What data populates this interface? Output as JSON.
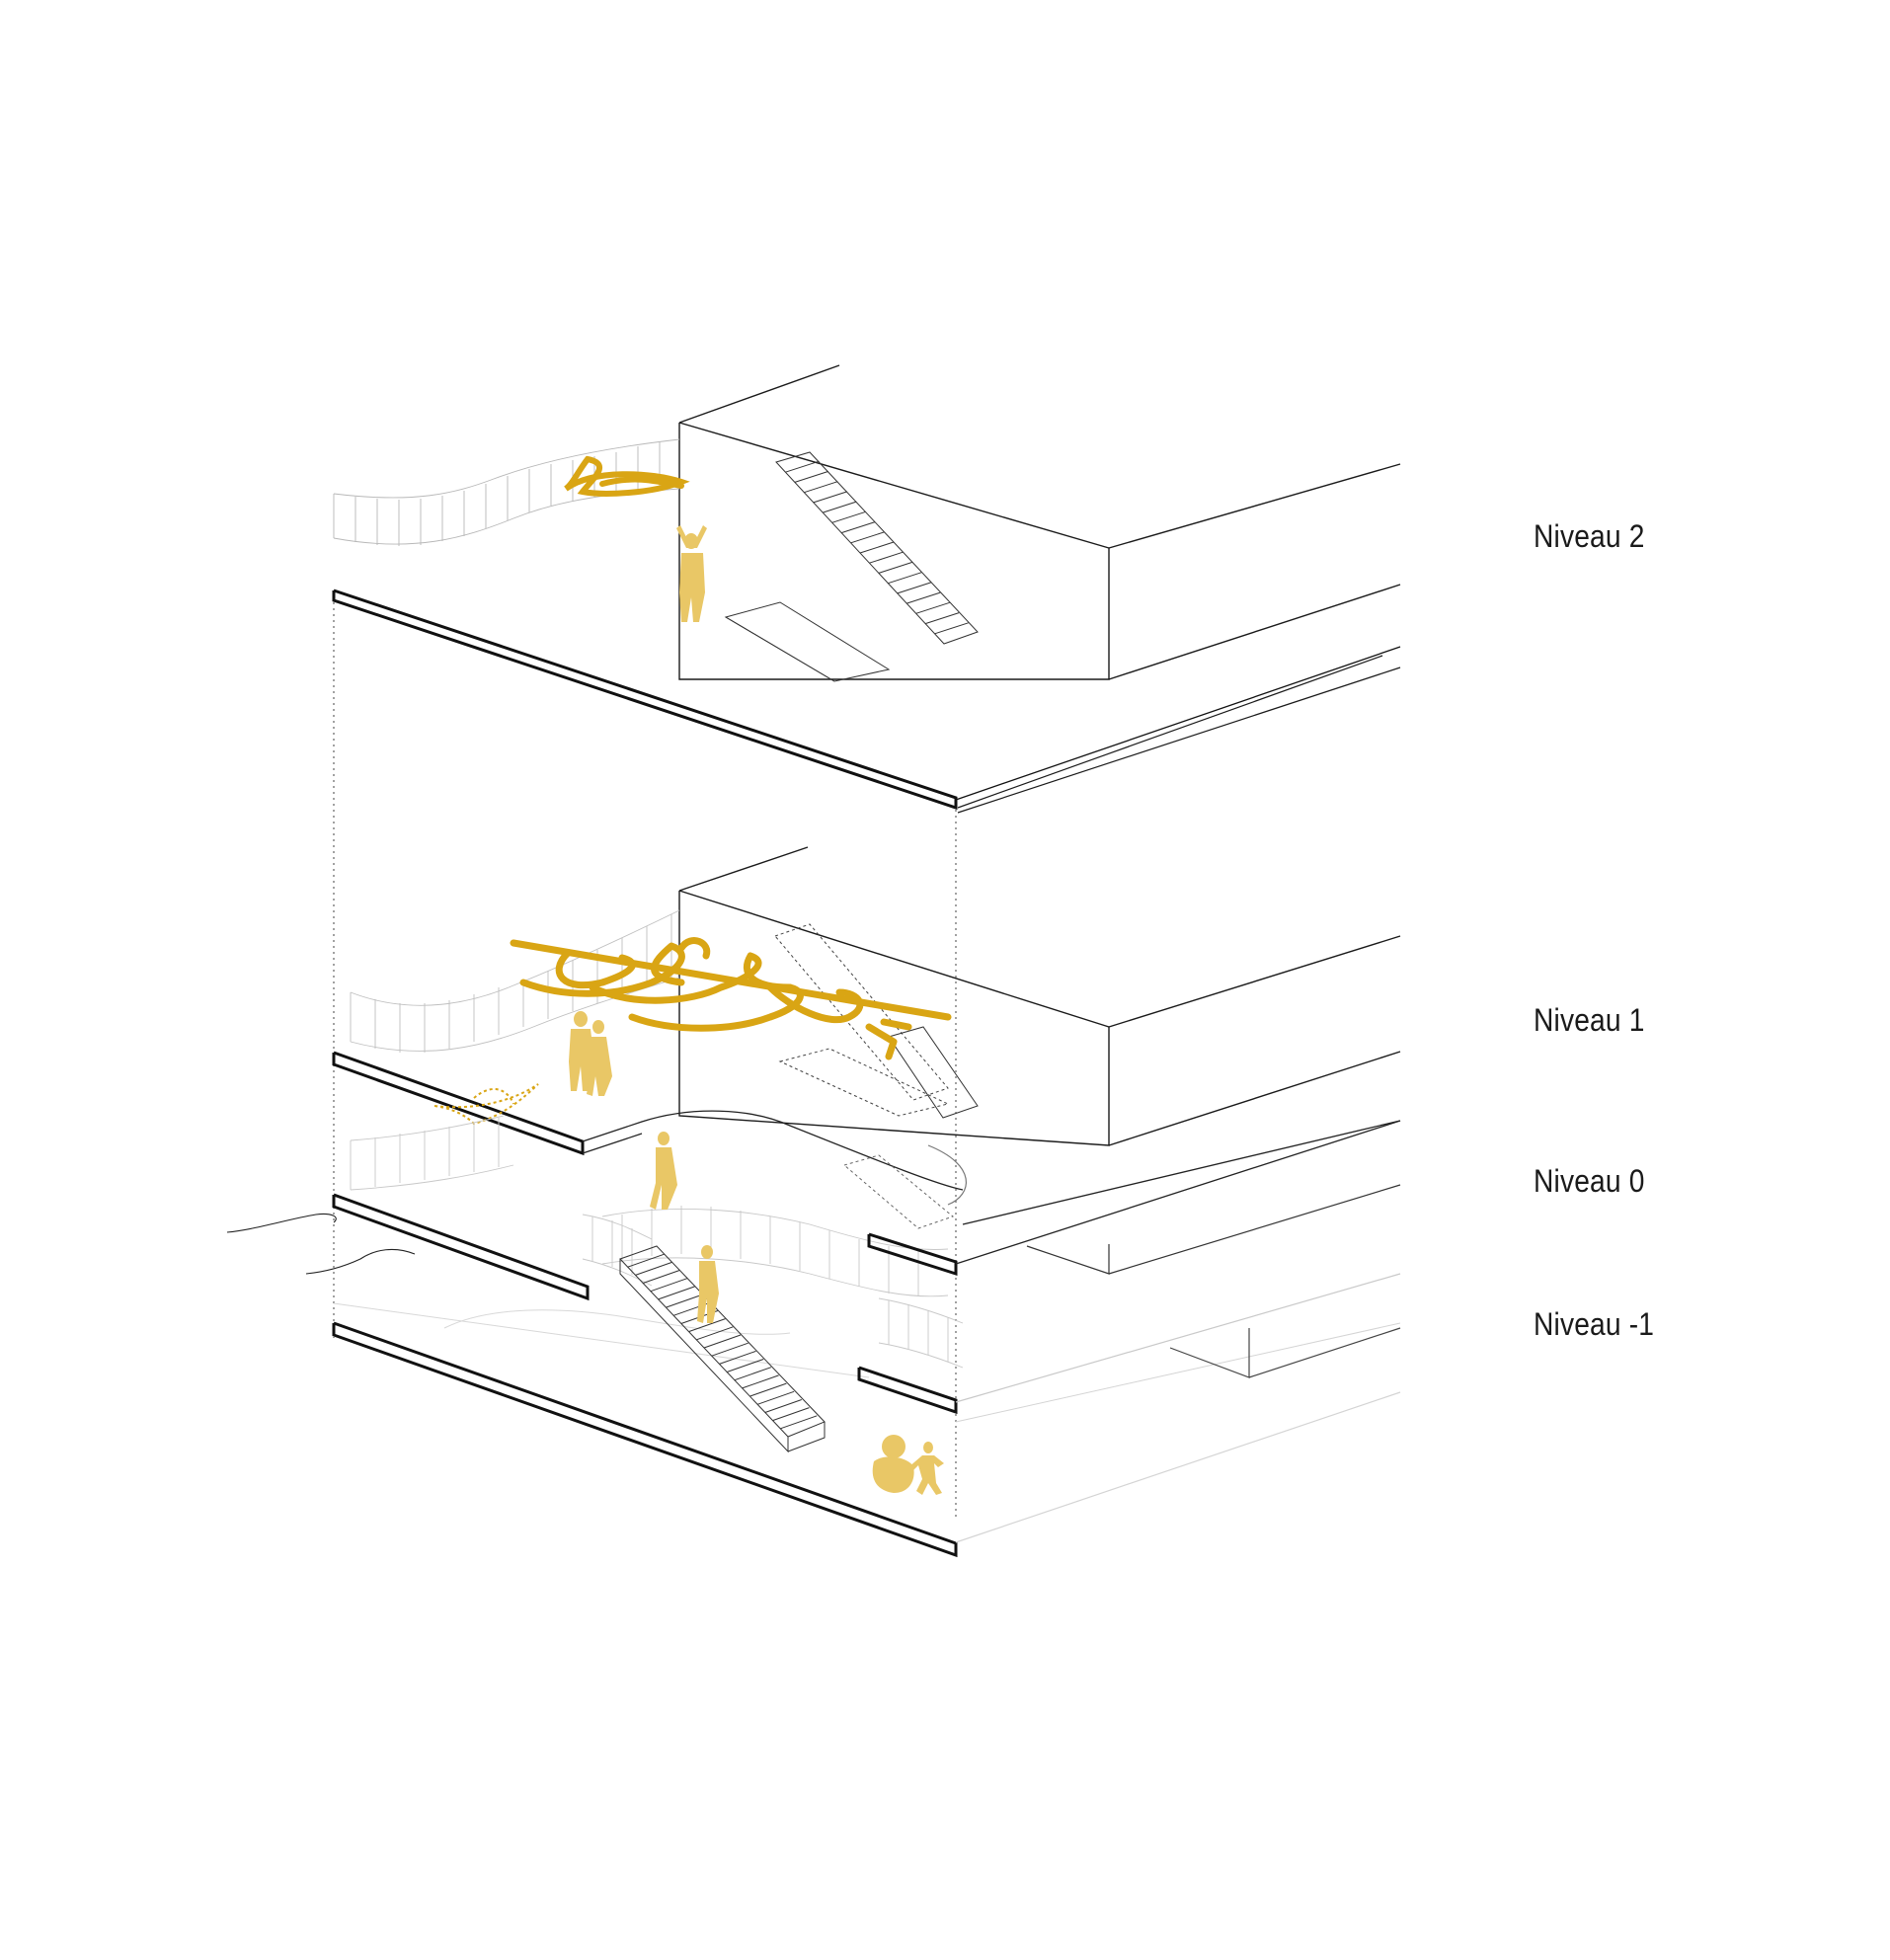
{
  "diagram": {
    "levels": [
      {
        "id": "niveau-2",
        "label": "Niveau 2"
      },
      {
        "id": "niveau-1",
        "label": "Niveau 1"
      },
      {
        "id": "niveau-0",
        "label": "Niveau 0"
      },
      {
        "id": "niveau-m1",
        "label": "Niveau -1"
      }
    ],
    "colors": {
      "line": "#111111",
      "thin_line": "#9a9a9a",
      "faint_line": "#d0d0d0",
      "accent": "#d9a514",
      "figure": "#e9c766"
    }
  }
}
